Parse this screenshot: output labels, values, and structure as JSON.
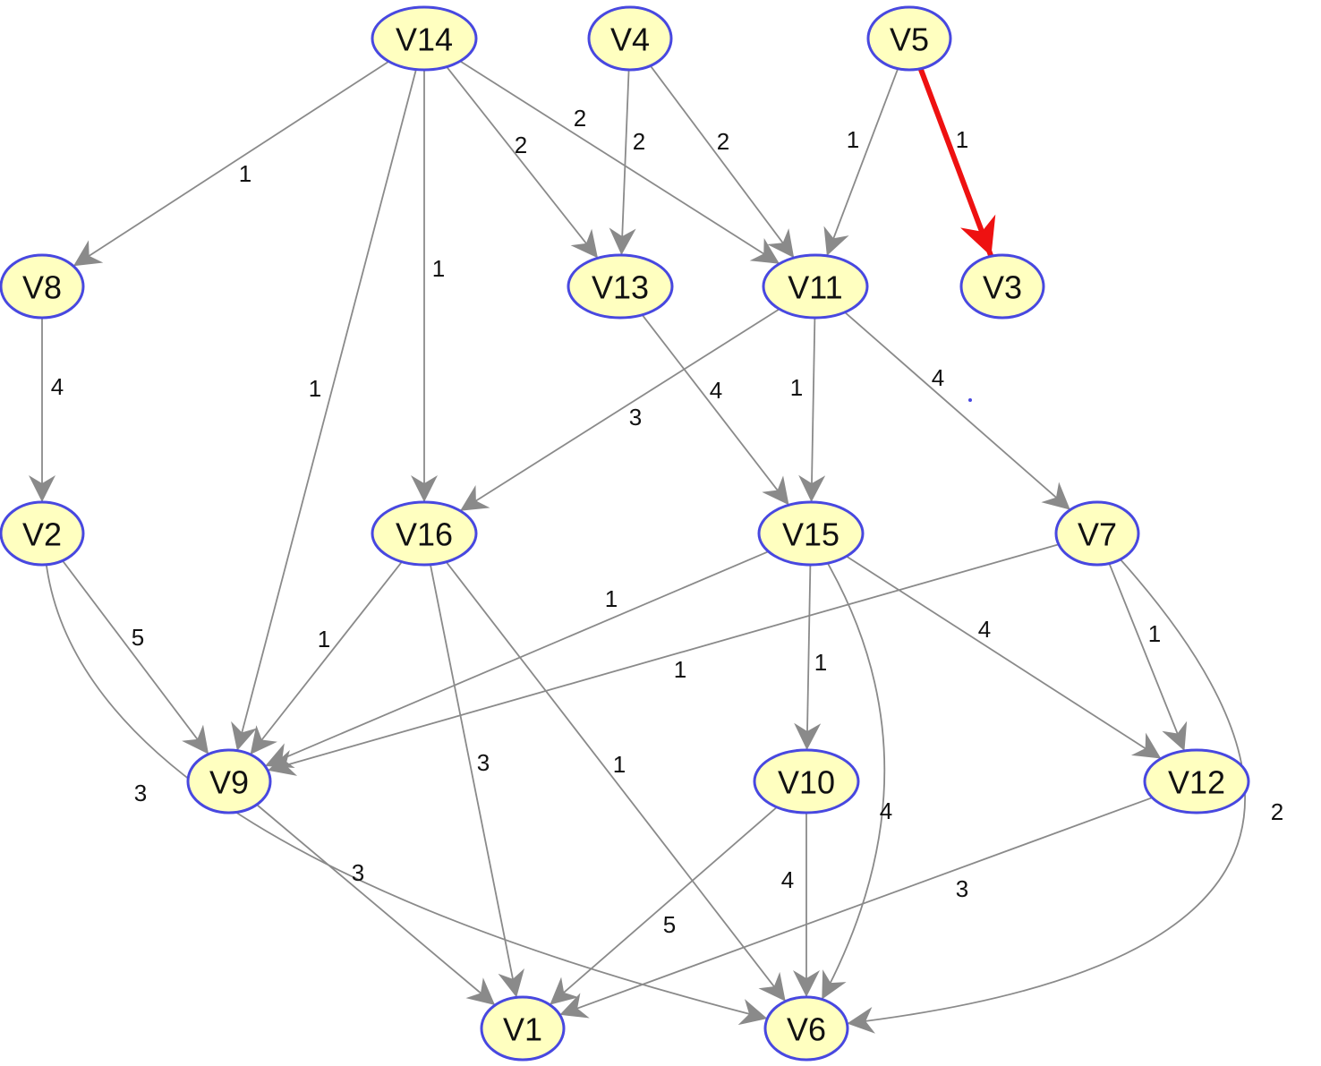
{
  "colors": {
    "node_fill": "#ffffc0",
    "node_border": "#4848e0",
    "edge": "#8a8a8a",
    "highlight_edge": "#ee1111",
    "text": "#111111"
  },
  "graph": {
    "directed": true,
    "nodes": [
      {
        "id": "V14",
        "label": "V14"
      },
      {
        "id": "V4",
        "label": "V4"
      },
      {
        "id": "V5",
        "label": "V5"
      },
      {
        "id": "V8",
        "label": "V8"
      },
      {
        "id": "V13",
        "label": "V13"
      },
      {
        "id": "V11",
        "label": "V11"
      },
      {
        "id": "V3",
        "label": "V3"
      },
      {
        "id": "V2",
        "label": "V2"
      },
      {
        "id": "V16",
        "label": "V16"
      },
      {
        "id": "V15",
        "label": "V15"
      },
      {
        "id": "V7",
        "label": "V7"
      },
      {
        "id": "V9",
        "label": "V9"
      },
      {
        "id": "V10",
        "label": "V10"
      },
      {
        "id": "V12",
        "label": "V12"
      },
      {
        "id": "V1",
        "label": "V1"
      },
      {
        "id": "V6",
        "label": "V6"
      }
    ],
    "edges": [
      {
        "from": "V14",
        "to": "V8",
        "weight": "1"
      },
      {
        "from": "V14",
        "to": "V9",
        "weight": "1"
      },
      {
        "from": "V14",
        "to": "V16",
        "weight": "1"
      },
      {
        "from": "V14",
        "to": "V13",
        "weight": "2"
      },
      {
        "from": "V14",
        "to": "V11",
        "weight": "2"
      },
      {
        "from": "V4",
        "to": "V13",
        "weight": "2"
      },
      {
        "from": "V4",
        "to": "V11",
        "weight": "2"
      },
      {
        "from": "V5",
        "to": "V11",
        "weight": "1"
      },
      {
        "from": "V5",
        "to": "V3",
        "weight": "1",
        "highlighted": true
      },
      {
        "from": "V8",
        "to": "V2",
        "weight": "4"
      },
      {
        "from": "V13",
        "to": "V15",
        "weight": "4"
      },
      {
        "from": "V11",
        "to": "V16",
        "weight": "3"
      },
      {
        "from": "V11",
        "to": "V15",
        "weight": "1"
      },
      {
        "from": "V11",
        "to": "V7",
        "weight": "4"
      },
      {
        "from": "V2",
        "to": "V9",
        "weight": "5"
      },
      {
        "from": "V2",
        "to": "V6",
        "weight": "3"
      },
      {
        "from": "V16",
        "to": "V9",
        "weight": "1"
      },
      {
        "from": "V16",
        "to": "V1",
        "weight": "3"
      },
      {
        "from": "V16",
        "to": "V6",
        "weight": "1"
      },
      {
        "from": "V15",
        "to": "V9",
        "weight": "1"
      },
      {
        "from": "V15",
        "to": "V10",
        "weight": "1"
      },
      {
        "from": "V15",
        "to": "V6",
        "weight": "4"
      },
      {
        "from": "V15",
        "to": "V12",
        "weight": "4"
      },
      {
        "from": "V7",
        "to": "V9",
        "weight": "1"
      },
      {
        "from": "V7",
        "to": "V12",
        "weight": "1"
      },
      {
        "from": "V7",
        "to": "V6",
        "weight": "2"
      },
      {
        "from": "V9",
        "to": "V1",
        "weight": "3"
      },
      {
        "from": "V10",
        "to": "V1",
        "weight": "5"
      },
      {
        "from": "V10",
        "to": "V6",
        "weight": "4"
      },
      {
        "from": "V12",
        "to": "V1",
        "weight": "3"
      }
    ]
  }
}
